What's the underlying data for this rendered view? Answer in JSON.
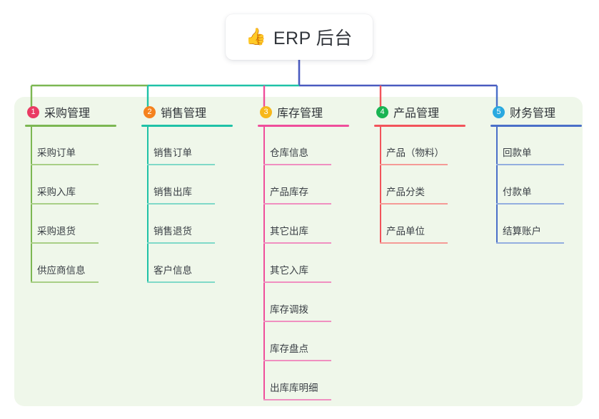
{
  "diagram": {
    "type": "mind-map",
    "root": {
      "icon": "thumbs-up-icon",
      "emoji": "👍",
      "label": "ERP 后台"
    },
    "palette": {
      "panel_bg": "#eff7ea",
      "page_bg": "#ffffff",
      "root_trunk": "#4a5bc0",
      "bus_green": "#7cb752",
      "bus_teal": "#1fc2a7",
      "bus_blue": "#4a5bc0"
    },
    "branches": [
      {
        "index": "1",
        "badge_color": "#ea3b63",
        "line_color": "#7cb752",
        "leaf_line_color": "#a8cf86",
        "stub_color": "#7cb752",
        "title": "采购管理",
        "leaves": [
          "采购订单",
          "采购入库",
          "采购退货",
          "供应商信息"
        ]
      },
      {
        "index": "2",
        "badge_color": "#f5821f",
        "line_color": "#1fc2a7",
        "leaf_line_color": "#7fd9c8",
        "stub_color": "#1fc2a7",
        "title": "销售管理",
        "leaves": [
          "销售订单",
          "销售出库",
          "销售退货",
          "客户信息"
        ]
      },
      {
        "index": "3",
        "badge_color": "#f7b81b",
        "line_color": "#ef4e9b",
        "leaf_line_color": "#f08fc0",
        "stub_color": "#ef4e9b",
        "title": "库存管理",
        "leaves": [
          "仓库信息",
          "产品库存",
          "其它出库",
          "其它入库",
          "库存调拨",
          "库存盘点",
          "出库库明细"
        ]
      },
      {
        "index": "4",
        "badge_color": "#19b453",
        "line_color": "#f2545b",
        "leaf_line_color": "#f59a96",
        "stub_color": "#f2545b",
        "title": "产品管理",
        "leaves": [
          "产品（物料）",
          "产品分类",
          "产品单位"
        ]
      },
      {
        "index": "5",
        "badge_color": "#2aa9e0",
        "line_color": "#4a6fc8",
        "leaf_line_color": "#93aedf",
        "stub_color": "#4a6fc8",
        "title": "财务管理",
        "leaves": [
          "回款单",
          "付款单",
          "结算账户"
        ]
      }
    ]
  }
}
